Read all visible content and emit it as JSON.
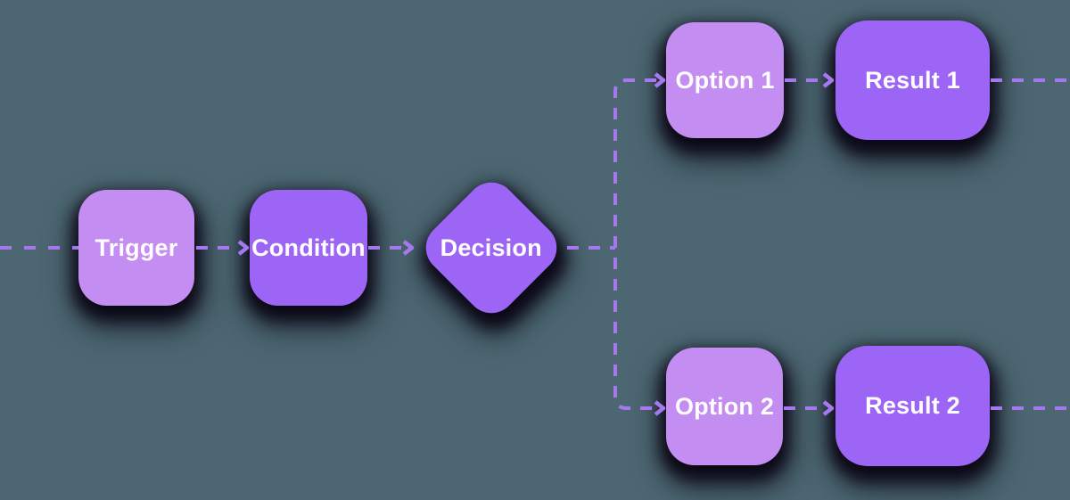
{
  "diagram": {
    "type": "flowchart",
    "background_color": "#4c6772",
    "colors": {
      "node_light": "#c48df2",
      "node_dark": "#9d65f6",
      "edge": "#a678f0",
      "label_text": "#ffffff",
      "shadow": "rgba(10,5,18,0.9)"
    },
    "nodes": [
      {
        "id": "trigger",
        "label": "Trigger",
        "shape": "rounded-square",
        "variant": "light"
      },
      {
        "id": "condition",
        "label": "Condition",
        "shape": "rounded-square",
        "variant": "dark"
      },
      {
        "id": "decision",
        "label": "Decision",
        "shape": "diamond",
        "variant": "dark"
      },
      {
        "id": "option1",
        "label": "Option 1",
        "shape": "rounded-square",
        "variant": "light"
      },
      {
        "id": "result1",
        "label": "Result 1",
        "shape": "rounded-rect",
        "variant": "dark"
      },
      {
        "id": "option2",
        "label": "Option 2",
        "shape": "rounded-square",
        "variant": "light"
      },
      {
        "id": "result2",
        "label": "Result 2",
        "shape": "rounded-rect",
        "variant": "dark"
      }
    ],
    "edges": [
      {
        "from": "canvas-left-edge",
        "to": "trigger",
        "style": "dashed",
        "arrowhead": false
      },
      {
        "from": "trigger",
        "to": "condition",
        "style": "dashed",
        "arrowhead": true
      },
      {
        "from": "condition",
        "to": "decision",
        "style": "dashed",
        "arrowhead": true
      },
      {
        "from": "decision",
        "to": "option1",
        "style": "dashed",
        "arrowhead": true
      },
      {
        "from": "decision",
        "to": "option2",
        "style": "dashed",
        "arrowhead": true
      },
      {
        "from": "option1",
        "to": "result1",
        "style": "dashed",
        "arrowhead": true
      },
      {
        "from": "option2",
        "to": "result2",
        "style": "dashed",
        "arrowhead": true
      },
      {
        "from": "result1",
        "to": "canvas-right-edge",
        "style": "dashed",
        "arrowhead": false
      },
      {
        "from": "result2",
        "to": "canvas-right-edge",
        "style": "dashed",
        "arrowhead": false
      }
    ]
  }
}
